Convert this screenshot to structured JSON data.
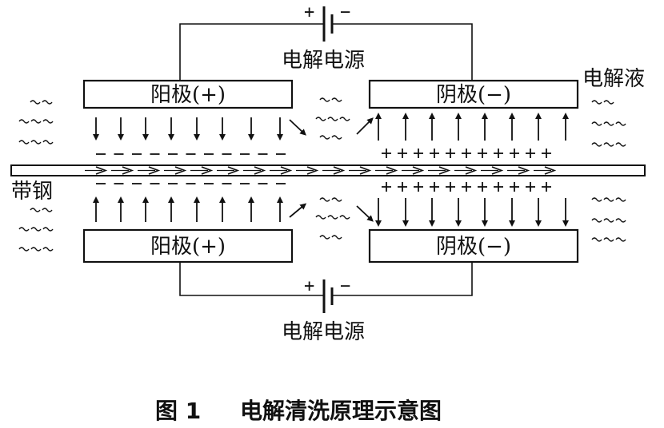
{
  "power_source_top": {
    "label": "电解电源",
    "plus": "+",
    "minus": "−"
  },
  "power_source_bottom": {
    "label": "电解电源",
    "plus": "+",
    "minus": "−"
  },
  "electrolyte_label": "电解液",
  "strip_label": "带钢",
  "anode_top_label": "阳极(+)",
  "cathode_top_label": "阴极(−)",
  "anode_bottom_label": "阳极(+)",
  "cathode_bottom_label": "阴极(−)",
  "caption": {
    "figure_no": "图 1",
    "title": "电解清洗原理示意图"
  }
}
